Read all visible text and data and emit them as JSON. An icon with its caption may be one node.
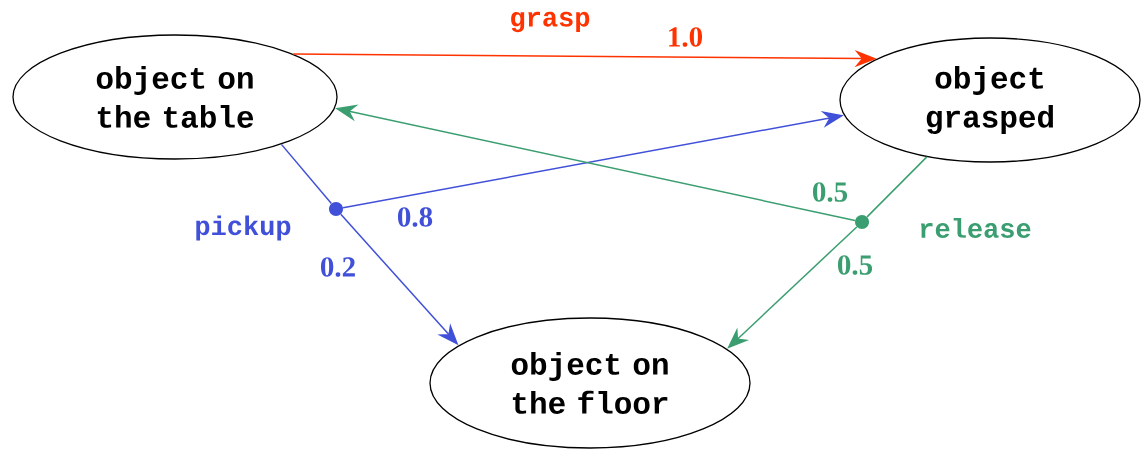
{
  "diagram": {
    "nodes": [
      {
        "text": [
          "object on the table"
        ]
      },
      {
        "text": [
          "object grasped"
        ]
      },
      {
        "text": [
          "object on the floor"
        ]
      },
      {
        "text": [],
        "shape": "circle",
        "beside": [
          "pickup"
        ]
      },
      {
        "text": [],
        "shape": "circle",
        "beside": [
          "release"
        ]
      }
    ],
    "edges": [
      {
        "from": 0,
        "to": 1,
        "arrow": "to",
        "label": "1.0",
        "color": "#ff3300"
      },
      {
        "from": 0,
        "to": 3,
        "arrow": "none",
        "color": "#4050d8"
      },
      {
        "from": 3,
        "to": 1,
        "arrow": "to",
        "label": "0.8",
        "color": "#4050d8"
      },
      {
        "from": 3,
        "to": 2,
        "arrow": "to",
        "label": "0.2",
        "color": "#4050d8"
      },
      {
        "from": 1,
        "to": 4,
        "arrow": "none",
        "color": "#3a9e70"
      },
      {
        "from": 4,
        "to": 0,
        "arrow": "to",
        "label": "0.5",
        "color": "#3a9e70"
      },
      {
        "from": 4,
        "to": 2,
        "arrow": "to",
        "label": "0.5",
        "color": "#3a9e70"
      }
    ],
    "labels": [
      "grasp"
    ]
  }
}
